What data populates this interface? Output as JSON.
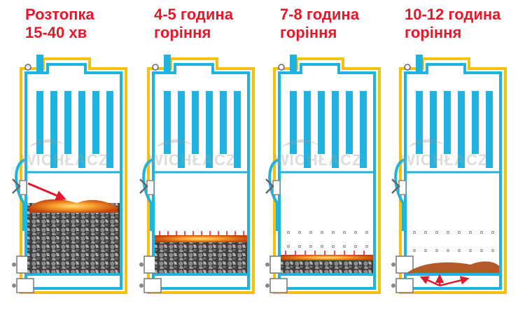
{
  "stages": [
    {
      "label_line1": "Розтопка",
      "label_line2": "15-40 хв",
      "fuel_level": "full"
    },
    {
      "label_line1": "4-5 година",
      "label_line2": "горіння",
      "fuel_level": "half"
    },
    {
      "label_line1": "7-8 година",
      "label_line2": "горіння",
      "fuel_level": "low"
    },
    {
      "label_line1": "10-12 година",
      "label_line2": "горіння",
      "fuel_level": "ash"
    }
  ],
  "watermark": "WICHŁACZ",
  "colors": {
    "title": "#e3192b",
    "water": "#1fb4e0",
    "jacket": "#f2c20c",
    "flame": "#e85a1a",
    "coal": "#4a4a4a",
    "arrow": "#e3192b"
  }
}
